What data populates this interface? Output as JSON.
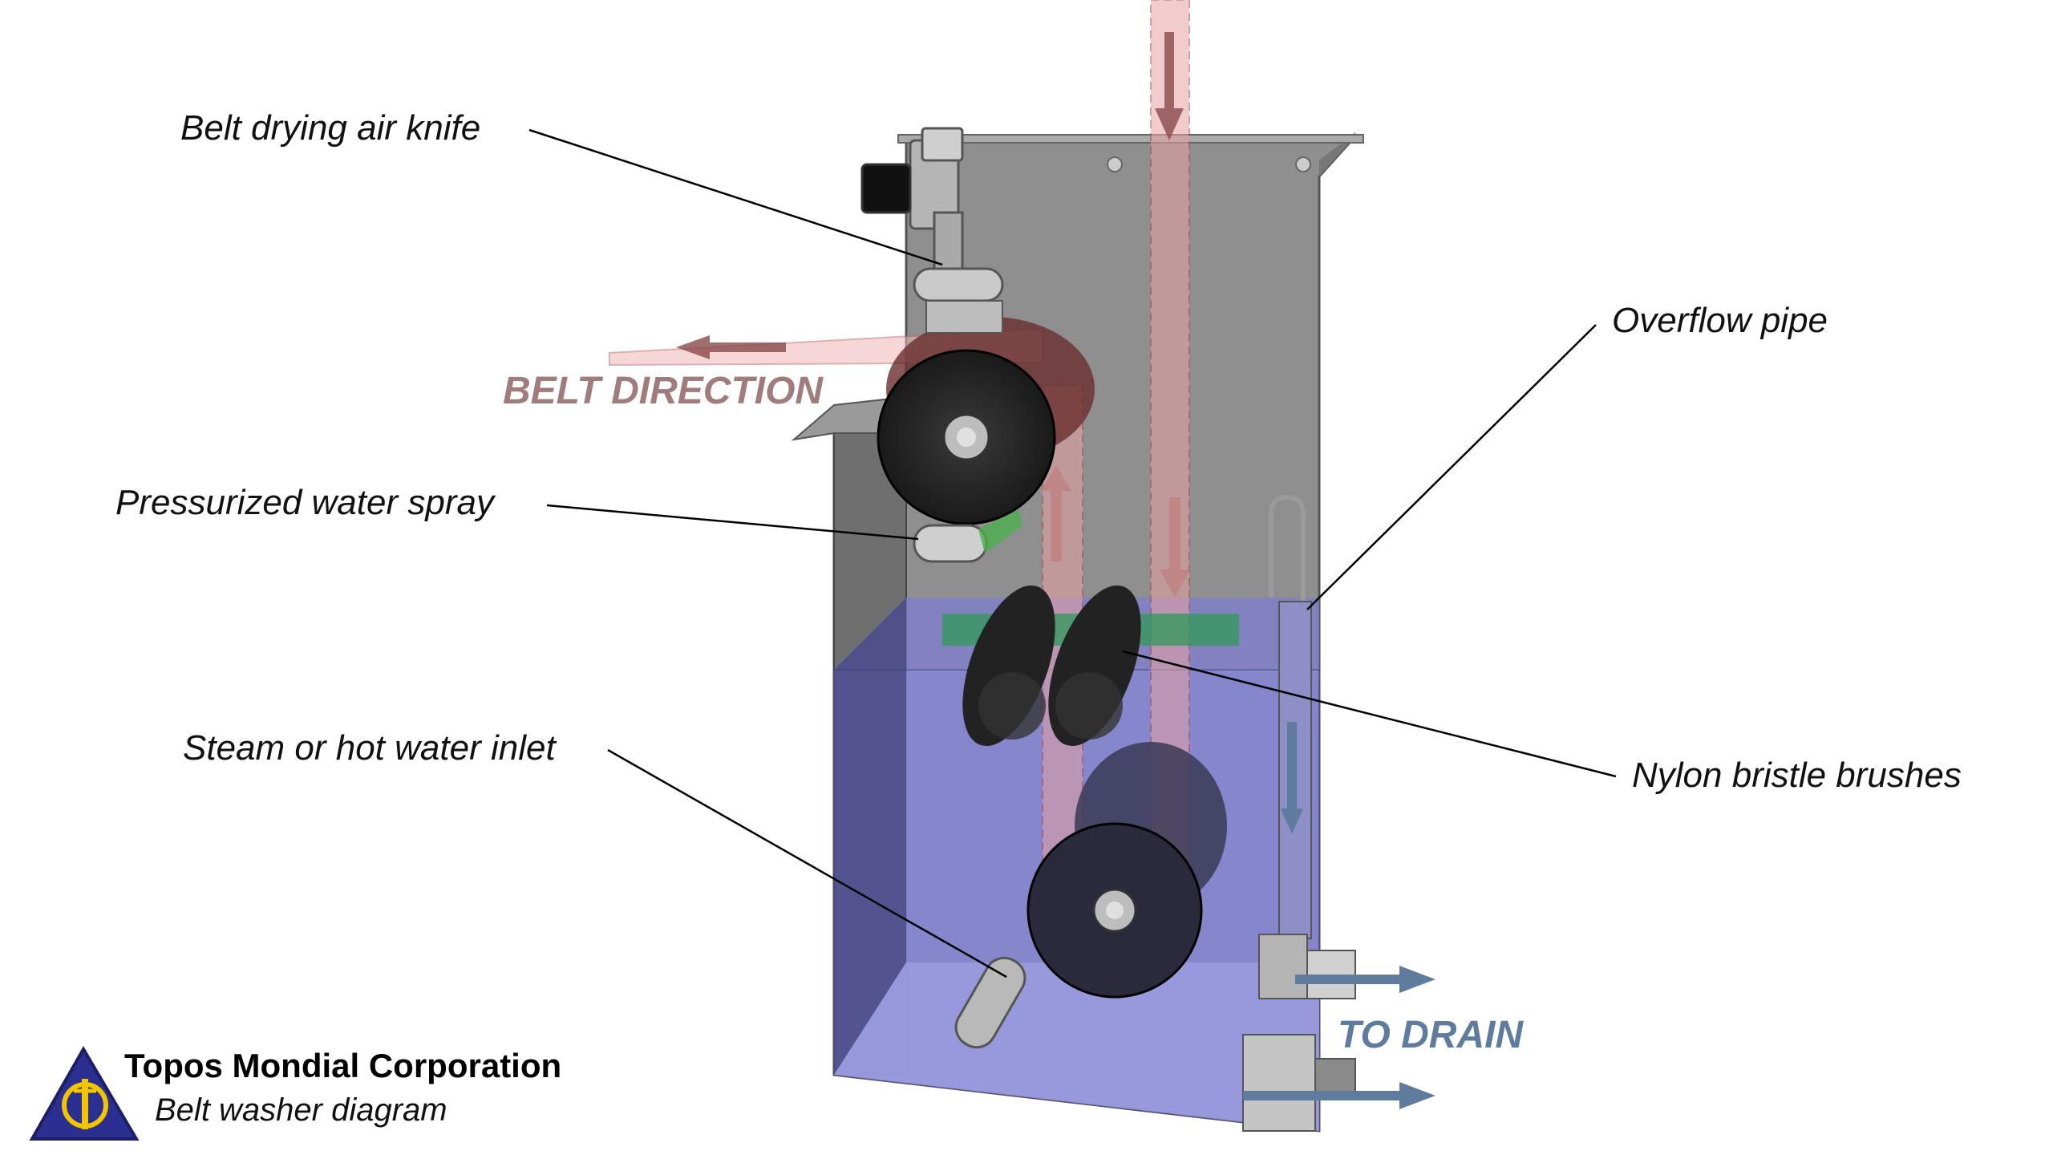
{
  "labels": {
    "air_knife": "Belt drying air knife",
    "overflow_pipe": "Overflow pipe",
    "water_spray": "Pressurized water spray",
    "brushes": "Nylon bristle brushes",
    "inlet": "Steam or hot water inlet"
  },
  "flow": {
    "belt_direction": "BELT DIRECTION",
    "to_drain": "TO DRAIN"
  },
  "branding": {
    "company": "Topos Mondial Corporation",
    "subtitle": "Belt washer diagram"
  },
  "colors": {
    "belt": "#e8a3a3",
    "belt_text": "#a07c7c",
    "water": "#8c8cd6",
    "housing": "#8a8a8a",
    "drain_arrow": "#5f7c9e",
    "logo_blue": "#2b2f8f",
    "logo_yellow": "#f2c500"
  }
}
